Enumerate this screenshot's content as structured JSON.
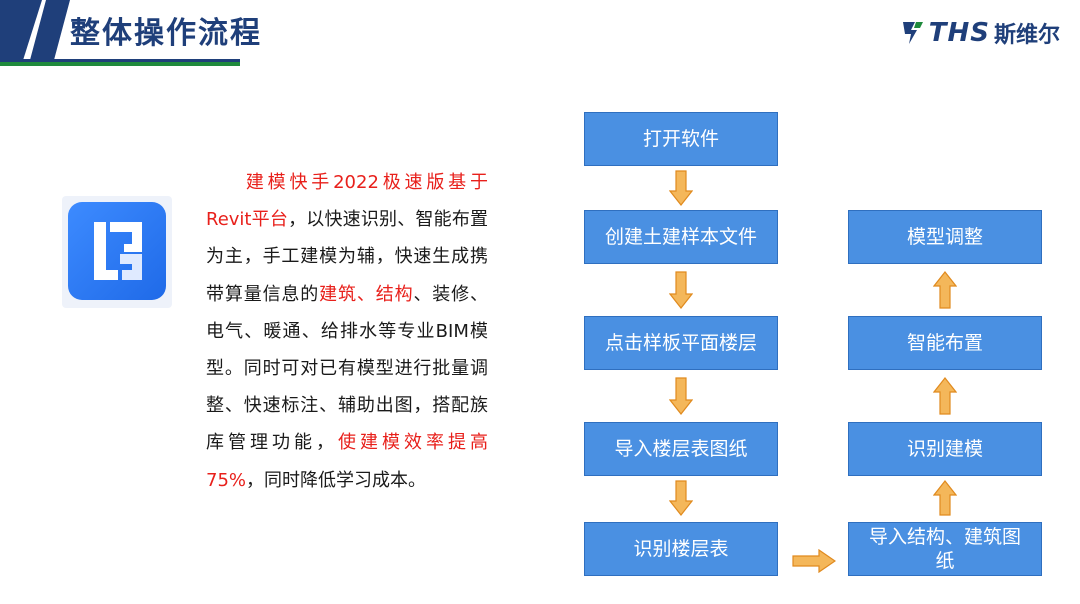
{
  "header": {
    "title": "整体操作流程",
    "logo_text": "THS",
    "logo_text_cn": "斯维尔"
  },
  "description": {
    "p1_red": "建模快手2022极速版基于Revit平台",
    "p1_black": "，以快速识别、智能布置为主，手工建模为辅，快速生成携带算量信息的",
    "p2_red": "建筑、结构",
    "p2_black": "、装修、电气、暖通、给排水等专业BIM模型。同时可对已有模型进行批量调整、快速标注、辅助出图，搭配族库管理功能，",
    "p3_red": "使建模效率提高75%",
    "p3_black": "，同时降低学习成本。"
  },
  "flow": {
    "steps": [
      "打开软件",
      "创建土建样本文件",
      "点击样板平面楼层",
      "导入楼层表图纸",
      "识别楼层表",
      "导入结构、建筑图纸",
      "识别建模",
      "智能布置",
      "模型调整"
    ]
  },
  "colors": {
    "box_fill": "#4a90e2",
    "box_border": "#2f6fbf",
    "arrow_fill": "#f4b75a",
    "arrow_stroke": "#e08a1e",
    "title_blue": "#1f3f7a",
    "accent_green": "#1f8a3c",
    "highlight_red": "#e8201b"
  }
}
